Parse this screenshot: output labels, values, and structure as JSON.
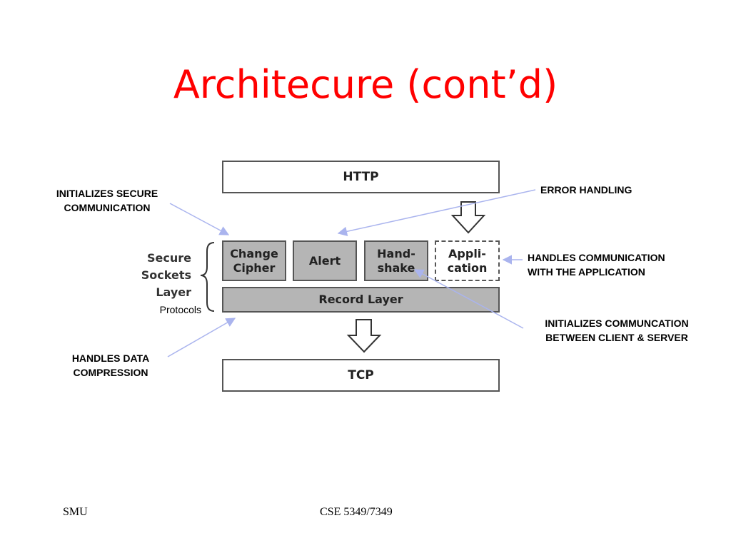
{
  "title": "Architecure (cont’d)",
  "diagram": {
    "top_layer": "HTTP",
    "bottom_layer": "TCP",
    "ssl_label": [
      "Secure",
      "Sockets",
      "Layer"
    ],
    "protocols_label": "Protocols",
    "record_layer": "Record Layer",
    "protocol_boxes": [
      {
        "lines": [
          "Change",
          "Cipher"
        ]
      },
      {
        "lines": [
          "Alert"
        ]
      },
      {
        "lines": [
          "Hand-",
          "shake"
        ]
      },
      {
        "lines": [
          "Appli-",
          "cation"
        ]
      }
    ]
  },
  "annotations": {
    "change_cipher": [
      "INITIALIZES SECURE",
      "COMMUNICATION"
    ],
    "alert": [
      "ERROR HANDLING"
    ],
    "application": [
      "HANDLES COMMUNICATION",
      "WITH THE APPLICATION"
    ],
    "handshake": [
      "INITIALIZES COMMUNCATION",
      "BETWEEN CLIENT & SERVER"
    ],
    "record": [
      "HANDLES DATA",
      "COMPRESSION"
    ]
  },
  "footer": {
    "left": "SMU",
    "center": "CSE 5349/7349"
  },
  "colors": {
    "title": "#ff0000",
    "box_fill": "#b5b5b5",
    "arrow_line": "#aab4ee"
  }
}
